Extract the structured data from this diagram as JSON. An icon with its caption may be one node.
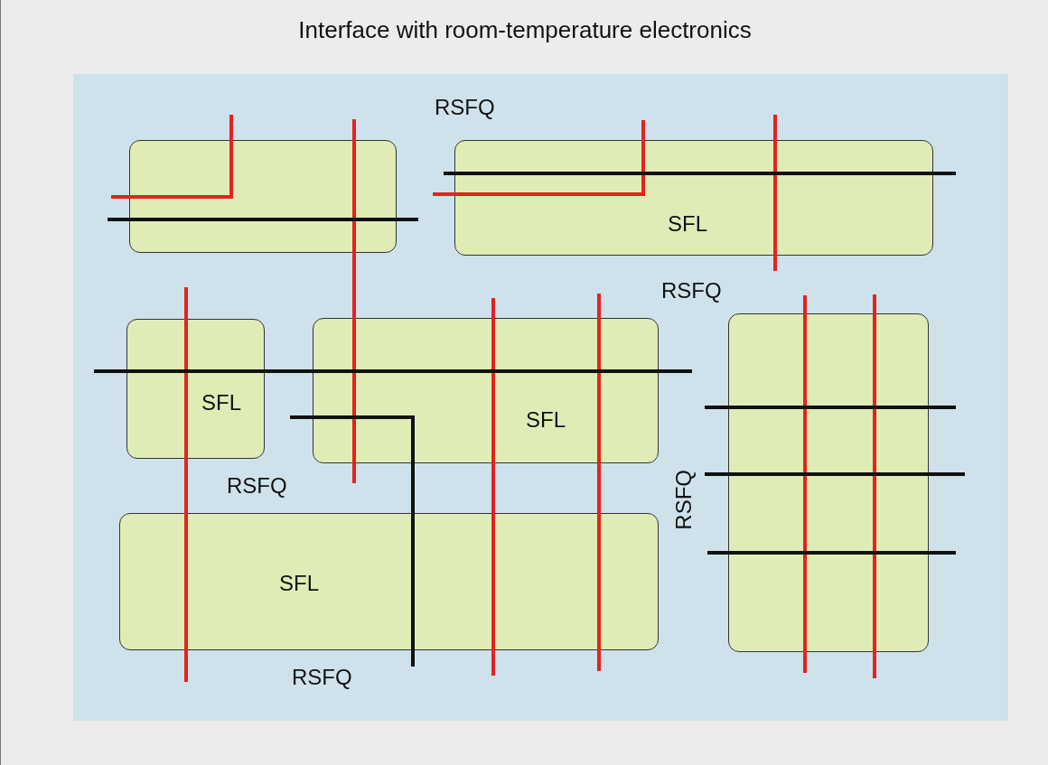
{
  "diagram": {
    "title": "Interface with room-temperature electronics",
    "nodes": [
      {
        "text": [],
        "shape": "box"
      },
      {
        "text": [
          "SFL"
        ]
      },
      {
        "text": [
          "SFL"
        ]
      },
      {
        "text": [
          "SFL"
        ]
      },
      {
        "text": [],
        "shape": "box"
      },
      {
        "text": [
          "SFL"
        ]
      }
    ],
    "edges": [],
    "labels": [
      "RSFQ",
      "RSFQ",
      "RSFQ",
      "RSFQ",
      "RSFQ"
    ]
  }
}
